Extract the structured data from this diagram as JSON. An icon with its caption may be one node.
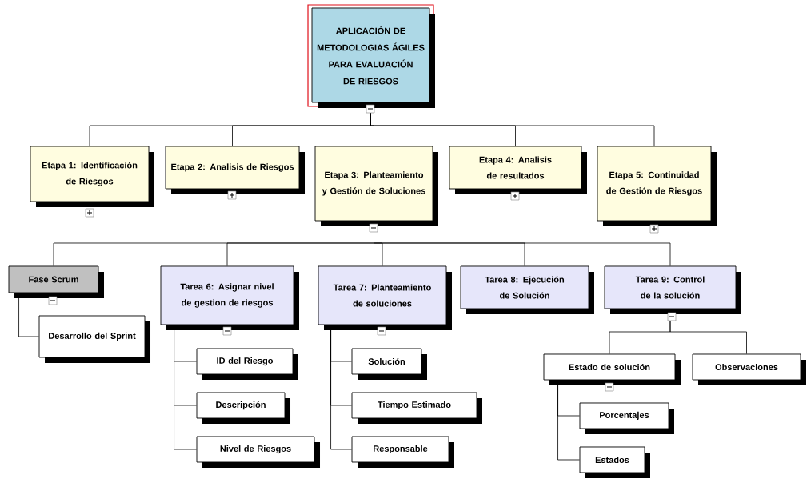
{
  "diagram": {
    "nodes": [
      {
        "text": [
          "APLICACIÓN DE METODOLOGIAS ÁGILES PARA EVALUACIÓN DE RIESGOS"
        ]
      },
      {
        "text": [
          "Etapa 1: Identificación de Riesgos"
        ]
      },
      {
        "text": [
          "Etapa 2: Analisis de Riesgos"
        ]
      },
      {
        "text": [
          "Etapa 3: Planteamiento y Gestión de Soluciones"
        ]
      },
      {
        "text": [
          "Etapa 4: Analisis de resultados"
        ]
      },
      {
        "text": [
          "Etapa 5: Continuidad de Gestión de Riesgos"
        ]
      },
      {
        "text": [
          "Fase Scrum"
        ]
      },
      {
        "text": [
          "Desarrollo del Sprint"
        ]
      },
      {
        "text": [
          "Tarea 6: Asignar nivel de gestion de riesgos"
        ]
      },
      {
        "text": [
          "Tarea 7: Planteamiento de soluciones"
        ]
      },
      {
        "text": [
          "Tarea 8: Ejecución de Solución"
        ]
      },
      {
        "text": [
          "Tarea 9: Control de la solución"
        ]
      },
      {
        "text": [
          "ID del Riesgo"
        ]
      },
      {
        "text": [
          "Descripción"
        ]
      },
      {
        "text": [
          "Nivel de Riesgos"
        ]
      },
      {
        "text": [
          "Solución"
        ]
      },
      {
        "text": [
          "Tiempo Estimado"
        ]
      },
      {
        "text": [
          "Responsable"
        ]
      },
      {
        "text": [
          "Estado de solución"
        ]
      },
      {
        "text": [
          "Observaciones"
        ]
      },
      {
        "text": [
          "Porcentajes"
        ]
      },
      {
        "text": [
          "Estados"
        ]
      }
    ],
    "edges": [
      {
        "from": 0,
        "to": 1,
        "arrow": "none"
      },
      {
        "from": 0,
        "to": 2,
        "arrow": "none"
      },
      {
        "from": 0,
        "to": 3,
        "arrow": "none"
      },
      {
        "from": 0,
        "to": 4,
        "arrow": "none"
      },
      {
        "from": 0,
        "to": 5,
        "arrow": "none"
      },
      {
        "from": 3,
        "to": 6,
        "arrow": "none"
      },
      {
        "from": 3,
        "to": 8,
        "arrow": "none"
      },
      {
        "from": 3,
        "to": 9,
        "arrow": "none"
      },
      {
        "from": 3,
        "to": 10,
        "arrow": "none"
      },
      {
        "from": 3,
        "to": 11,
        "arrow": "none"
      },
      {
        "from": 6,
        "to": 7,
        "arrow": "none"
      },
      {
        "from": 8,
        "to": 12,
        "arrow": "none"
      },
      {
        "from": 8,
        "to": 13,
        "arrow": "none"
      },
      {
        "from": 8,
        "to": 14,
        "arrow": "none"
      },
      {
        "from": 9,
        "to": 15,
        "arrow": "none"
      },
      {
        "from": 9,
        "to": 16,
        "arrow": "none"
      },
      {
        "from": 9,
        "to": 17,
        "arrow": "none"
      },
      {
        "from": 11,
        "to": 18,
        "arrow": "none"
      },
      {
        "from": 11,
        "to": 19,
        "arrow": "none"
      },
      {
        "from": 18,
        "to": 20,
        "arrow": "none"
      },
      {
        "from": 18,
        "to": 21,
        "arrow": "none"
      }
    ]
  }
}
